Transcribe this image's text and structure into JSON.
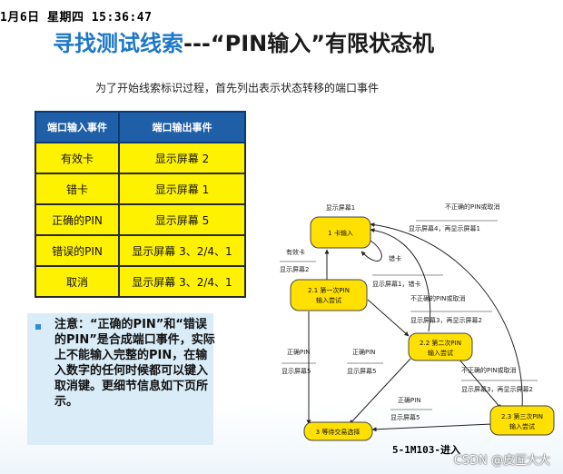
{
  "timestamp": "1月6日  星期四 15:36:47",
  "title_colored": "寻找测试线索",
  "title_rest": "---“PIN输入”有限状态机",
  "subtitle": "为了开始线索标识过程，首先列出表示状态转移的端口事件",
  "table": {
    "headers": [
      "端口输入事件",
      "端口输出事件"
    ],
    "rows": [
      [
        "有效卡",
        "显示屏幕 2"
      ],
      [
        "错卡",
        "显示屏幕 1"
      ],
      [
        "正确的PIN",
        "显示屏幕 5"
      ],
      [
        "错误的PIN",
        "显示屏幕 3、2/4、1"
      ],
      [
        "取消",
        "显示屏幕 3、2/4、1"
      ]
    ]
  },
  "note": "注意：“正确的PIN”和“错误的PIN”是合成端口事件，实际上不能输入完整的PIN，在输入数字的任何时候都可以键入取消键。更细节信息如下页所示。",
  "fsm": {
    "states": {
      "s1": "1 卡输入",
      "s21a": "2.1 第一次PIN",
      "s21b": "输入尝试",
      "s22a": "2.2 第二次PIN",
      "s22b": "输入尝试",
      "s23a": "2.3 第三次PIN",
      "s23b": "输入尝试",
      "s3": "3 等待交易选择"
    },
    "labels": {
      "screen1_top": "显示屏幕1",
      "wrong_cancel_1": "不正确的PIN或取消",
      "screen4_1": "显示屏幕4，再显示屏幕1",
      "valid_card": "有效卡",
      "screen2": "显示屏幕2",
      "wrong_card": "错卡",
      "screen_1b": "显示屏幕1，错卡",
      "wrong_cancel_2": "不正确的PIN或取消",
      "screen3_2": "显示屏幕3，再显示屏幕2",
      "correct_pin_1": "正确PIN",
      "screen5_1": "显示屏幕5",
      "correct_pin_2": "正确PIN",
      "screen5_2": "显示屏幕5",
      "wrong_cancel_3": "不正确的PIN或取消",
      "screen3_2b": "显示屏幕3，再显示屏幕2",
      "correct_pin_3": "正确PIN",
      "screen5_3": "显示屏幕5"
    }
  },
  "footer_code": "5-1M103-进入",
  "watermark": "CSDN @皮匠大大",
  "colors": {
    "title_blue": "#1e78c8",
    "table_header": "#1f5fa8",
    "table_cell": "#fff200",
    "state_fill": "#ffe000",
    "note_bg": "#d9ecf8"
  }
}
